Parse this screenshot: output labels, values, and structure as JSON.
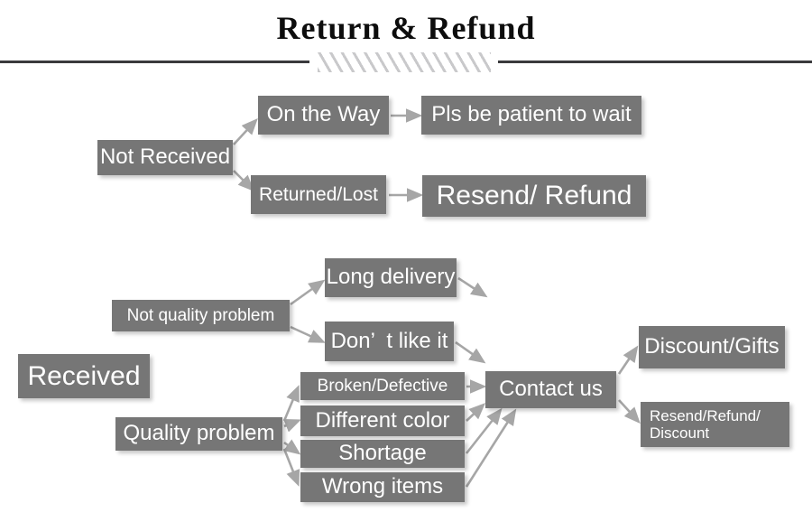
{
  "page": {
    "title": "Return & Refund",
    "background_color": "#ffffff",
    "box_color": "#767676",
    "box_text_color": "#ffffff",
    "arrow_color": "#a6a6a6",
    "rule_color": "#3a3a3c",
    "hatch_color": "#c9c9cb"
  },
  "divider": {
    "hatch_name": "diagonal-hatch-ornament"
  },
  "flow": {
    "not_received": {
      "root_label": "Not Received",
      "branches": [
        {
          "label": "On the Way",
          "result": "Pls be patient to wait"
        },
        {
          "label": "Returned/Lost",
          "result": "Resend/ Refund"
        }
      ]
    },
    "received": {
      "root_label": "Received",
      "categories": [
        {
          "label": "Not quality problem",
          "reasons": [
            "Long delivery",
            "Don’  t like it"
          ]
        },
        {
          "label": "Quality problem",
          "reasons": [
            "Broken/Defective",
            "Different color",
            "Shortage",
            "Wrong items"
          ]
        }
      ],
      "action": "Contact us",
      "outcomes": [
        "Discount/Gifts",
        "Resend/Refund/\nDiscount"
      ]
    }
  }
}
